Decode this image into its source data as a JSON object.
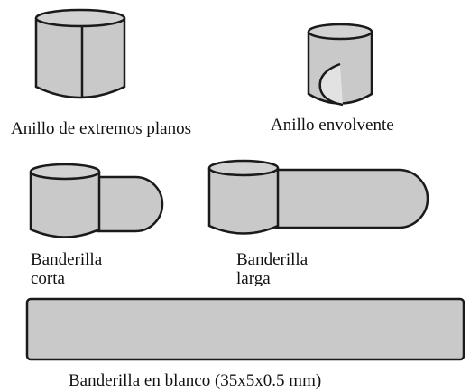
{
  "labels": {
    "flat_ring": "Anillo de extremos planos",
    "wrap_ring": "Anillo envolvente",
    "short_flag_line1": "Banderilla",
    "short_flag_line2": "corta",
    "long_flag_line1": "Banderilla",
    "long_flag_line2": "larga",
    "blank_flag": "Banderilla en blanco (35x5x0.5 mm)"
  },
  "colors": {
    "fill": "#c9c9c9",
    "fill_light": "#d6d6d6",
    "outline": "#1a1a1a"
  }
}
